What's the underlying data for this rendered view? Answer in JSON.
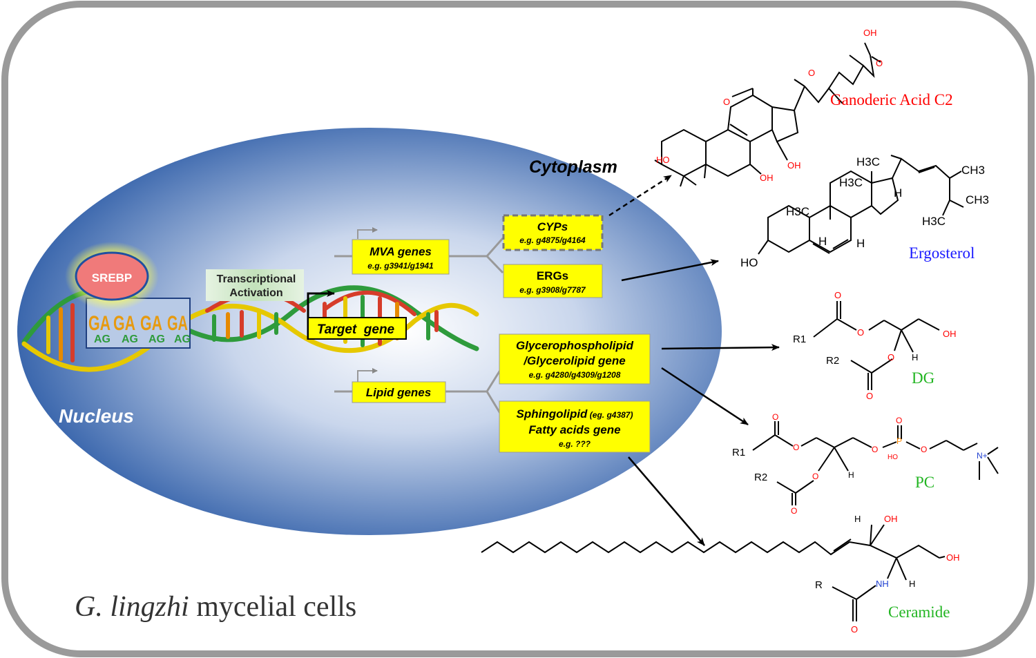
{
  "colors": {
    "cell_border": "#9a9a9a",
    "nucleus_edge": "#3b67ad",
    "nucleus_center": "#ffffff",
    "gene_box": "#ffff00",
    "srebp_fill": "#f07a7a",
    "srebp_ring": "#1f4fa0",
    "activation_box": "#cfe6c8",
    "ganoderic": "#ff0000",
    "ergosterol": "#1a1aff",
    "lipid_label": "#22b522",
    "oxygen": "#ff0000",
    "nitrogen": "#1f3fd0"
  },
  "labels": {
    "cytoplasm": "Cytoplasm",
    "nucleus": "Nucleus",
    "srebp": "SREBP",
    "activation_line1": "Transcriptional",
    "activation_line2": "Activation",
    "target_gene": "Target  gene",
    "cell_species": "G. lingzhi",
    "cell_suffix": " mycelial cells"
  },
  "motif": {
    "letters_top": [
      "GA",
      "GA",
      "GA",
      "GA"
    ],
    "letters_bottom": [
      "AG",
      "AG",
      "AG",
      "AG"
    ]
  },
  "genes": {
    "mva": {
      "name": "MVA genes",
      "example": "e.g. g3941/g1941"
    },
    "cyps": {
      "name": "CYPs",
      "example": "e.g. g4875/g4164"
    },
    "ergs": {
      "name": "ERGs",
      "example": "e.g. g3908/g7787"
    },
    "lipid": {
      "name": "Lipid genes"
    },
    "glycero": {
      "line1": "Glycerophospholipid",
      "line2": "/Glycerolipid gene",
      "example": "e.g. g4280/g4309/g1208"
    },
    "sphingo": {
      "name": "Sphingolipid",
      "note": " (eg. g4387)",
      "line2": "Fatty acids gene",
      "example": "e.g. ???"
    }
  },
  "products": {
    "ganoderic": "Ganoderic Acid C2",
    "ergosterol": "Ergosterol",
    "dg": "DG",
    "pc": "PC",
    "ceramide": "Ceramide"
  },
  "atoms": {
    "oh": "OH",
    "ho": "HO",
    "o": "O",
    "h": "H",
    "h3c": "H3C",
    "ch3": "CH3",
    "r": "R",
    "r1": "R1",
    "r2": "R2",
    "p": "P",
    "n_plus": "N+",
    "nh": "NH"
  }
}
